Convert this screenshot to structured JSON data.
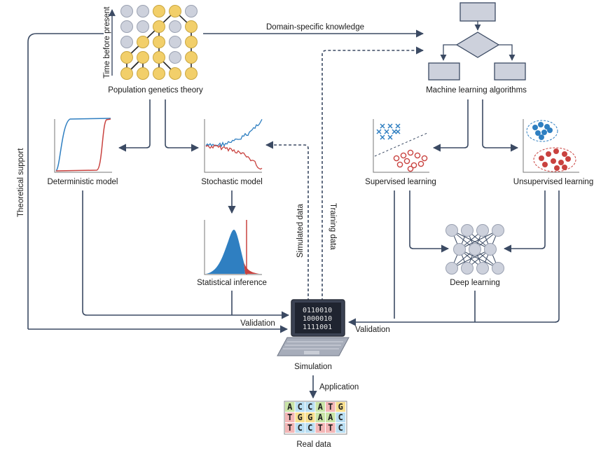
{
  "labels": {
    "time_before_present": "Time before present",
    "population_genetics_theory": "Population genetics theory",
    "domain_specific_knowledge": "Domain-specific knowledge",
    "machine_learning_algorithms": "Machine learning algorithms",
    "deterministic_model": "Deterministic model",
    "stochastic_model": "Stochastic model",
    "supervised_learning": "Supervised learning",
    "unsupervised_learning": "Unsupervised learning",
    "statistical_inference": "Statistical inference",
    "deep_learning": "Deep learning",
    "theoretical_support": "Theoretical support",
    "simulated_data": "Simulated data",
    "training_data": "Training data",
    "validation_left": "Validation",
    "validation_right": "Validation",
    "simulation": "Simulation",
    "application": "Application",
    "real_data": "Real data"
  },
  "screen_code": [
    "0110010",
    "1000010",
    "1111001"
  ],
  "dna_rows": [
    [
      "A",
      "C",
      "C",
      "A",
      "T",
      "G"
    ],
    [
      "T",
      "G",
      "G",
      "A",
      "A",
      "C"
    ],
    [
      "T",
      "C",
      "C",
      "T",
      "T",
      "C"
    ]
  ],
  "colors": {
    "gold": "#f2cf6a",
    "grey_node": "#cdd1dc",
    "arrow": "#3b4a63",
    "blue": "#2f7fc1",
    "red": "#c9423f",
    "A": "#c9e4a6",
    "C": "#b9def2",
    "G": "#f7df8f",
    "T": "#f3b6b6"
  }
}
